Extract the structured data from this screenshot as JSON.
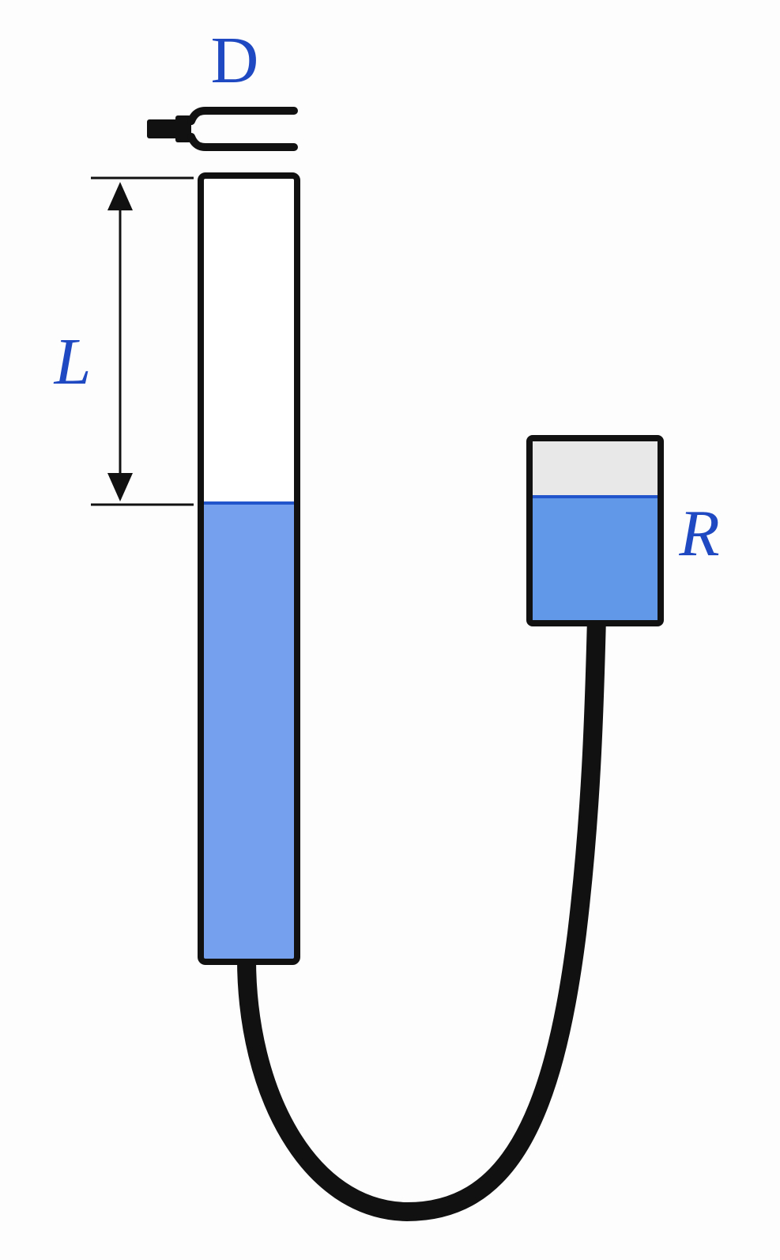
{
  "labels": {
    "tuning_fork": "D",
    "length": "L",
    "reservoir": "R"
  },
  "colors": {
    "label": "#1f49c2",
    "water_tube": "#74a0ee",
    "water_reservoir": "#6198e8",
    "water_surface": "#2255cc",
    "reservoir_air": "#e8e8e8",
    "outline": "#111111"
  },
  "icons": {
    "tuning_fork": "tuning-fork-icon",
    "dimension_arrow": "double-arrow"
  }
}
